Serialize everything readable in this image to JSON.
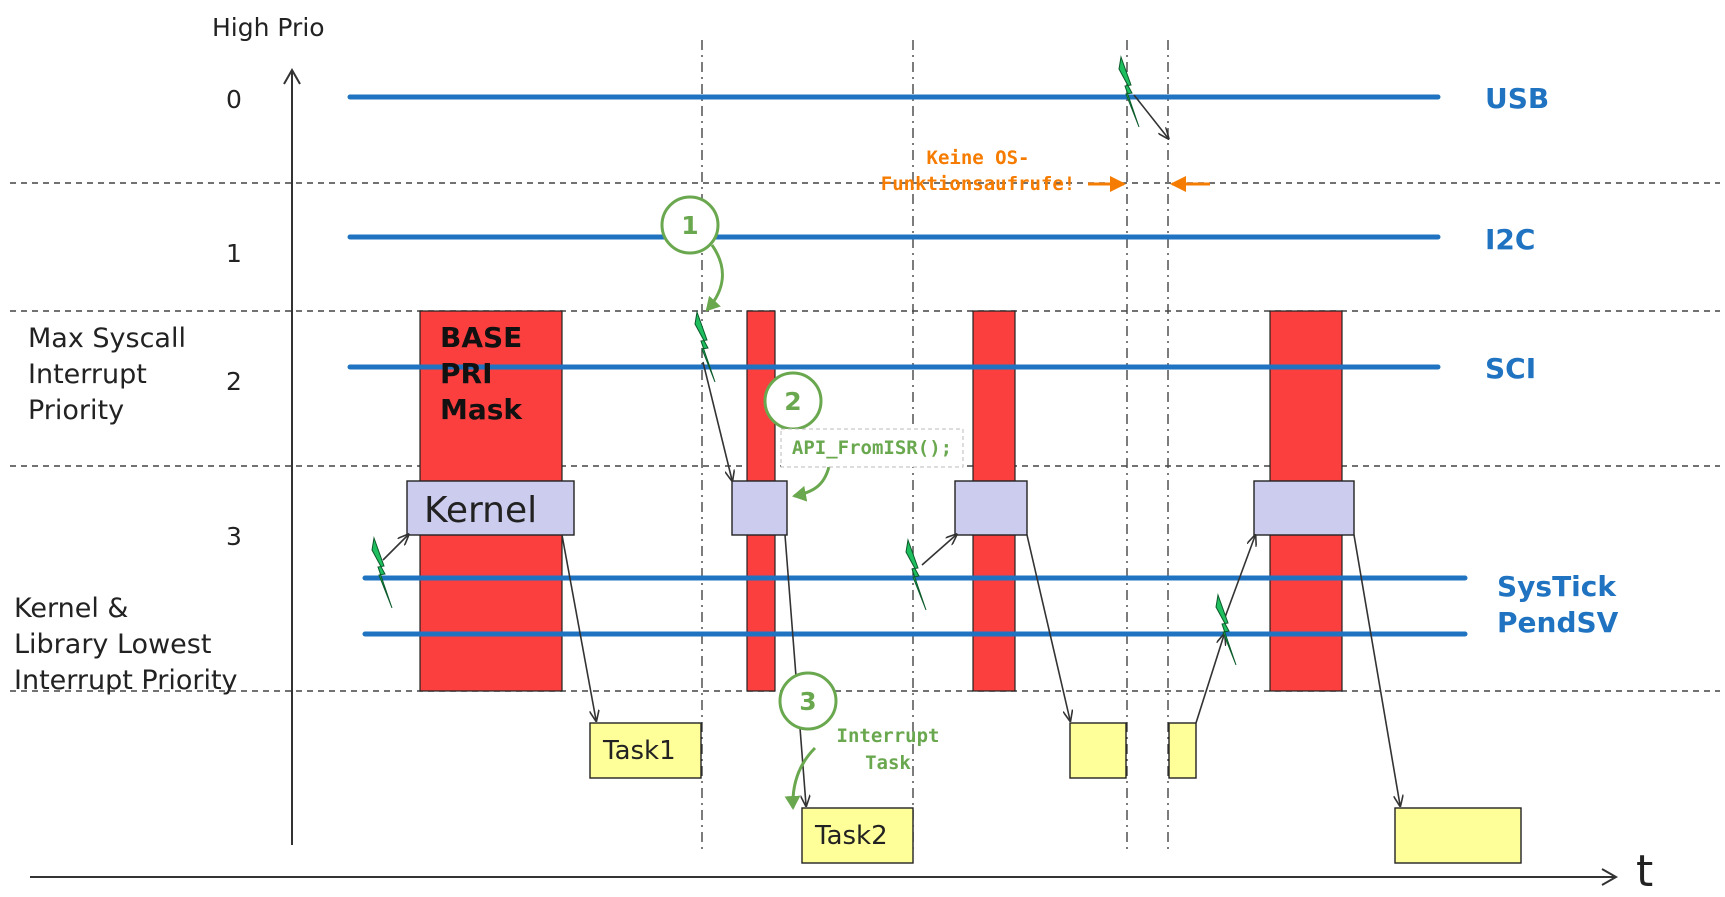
{
  "axis": {
    "y_label": "High Prio",
    "x_label": "t",
    "priority_levels": [
      "0",
      "1",
      "2",
      "3"
    ]
  },
  "left_labels": {
    "max_syscall": [
      "Max Syscall",
      "Interrupt",
      "Priority"
    ],
    "kernel_lowest": [
      "Kernel &",
      "Library Lowest",
      "Interrupt Priority"
    ]
  },
  "interrupt_lines": [
    {
      "label": "USB"
    },
    {
      "label": "I2C"
    },
    {
      "label": "SCI"
    },
    {
      "label": "SysTick"
    },
    {
      "label": "PendSV"
    }
  ],
  "basepri_mask": [
    "BASE",
    "PRI",
    "Mask"
  ],
  "kernel_label": "Kernel",
  "tasks": [
    "Task1",
    "Task2"
  ],
  "annotations": {
    "step1": "1",
    "step2": "2",
    "step3": "3",
    "api_call": "API_FromISR();",
    "interrupt_task": [
      "Interrupt",
      "Task"
    ],
    "no_os_calls": [
      "Keine OS-",
      "Funktionsaufrufe!"
    ]
  },
  "colors": {
    "line_blue": "#1f73c0",
    "mask_red": "#fb3f3f",
    "kernel_fill": "#cccdee",
    "task_fill": "#ffff99",
    "annotation_green": "#6aa84f",
    "annotation_orange": "#f57c00",
    "bolt_green": "#1fbf5f"
  }
}
